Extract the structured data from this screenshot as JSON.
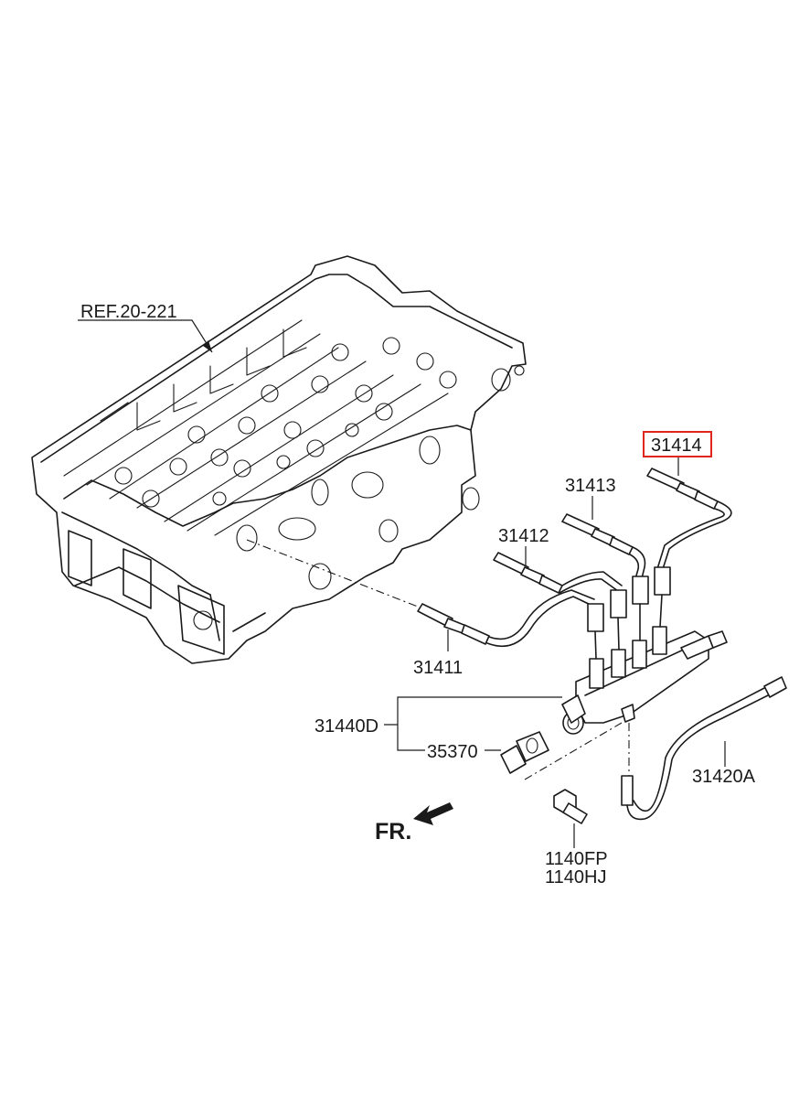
{
  "diagram": {
    "reference_label": "REF.20-221",
    "direction_label": "FR.",
    "highlight_color": "#e0261c",
    "parts": {
      "p31411": "31411",
      "p31412": "31412",
      "p31413": "31413",
      "p31414": "31414",
      "p31420A": "31420A",
      "p31440D": "31440D",
      "p35370": "35370",
      "p1140FP": "1140FP",
      "p1140HJ": "1140HJ"
    },
    "highlighted_part": "31414"
  }
}
